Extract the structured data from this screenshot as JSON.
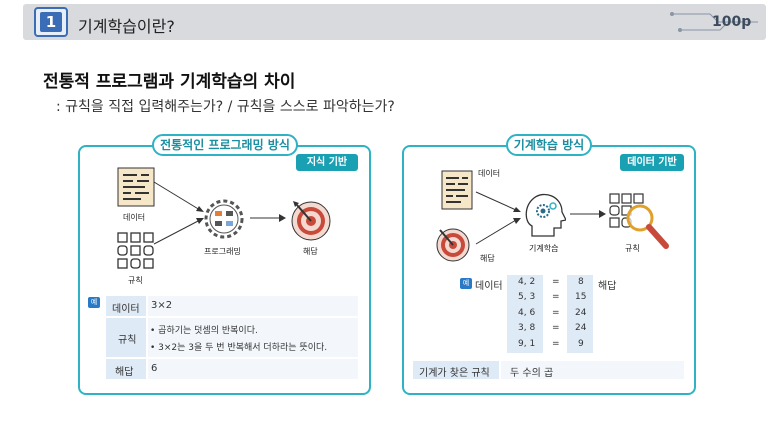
{
  "header": {
    "number": "1",
    "title": "기계학습이란?",
    "page": "100p"
  },
  "main_title": "전통적 프로그램과 기계학습의 차이",
  "subtitle": ": 규칙을 직접 입력해주는가?  /   규칙을 스스로 파악하는가?",
  "left": {
    "tab": "전통적인 프로그래밍 방식",
    "tag": "지식 기반",
    "data_label": "데이터",
    "rule_label": "규칙",
    "prog_label": "프로그래밍",
    "answer_label": "해답",
    "example_badge": "예",
    "rows": [
      {
        "key": "데이터",
        "value": "3×2"
      },
      {
        "key": "규칙",
        "lines": [
          "• 곱하기는 덧셈의 반복이다.",
          "• 3×2는 3을 두 번 반복해서 더하라는 뜻이다."
        ]
      },
      {
        "key": "해답",
        "value": "6"
      }
    ]
  },
  "right": {
    "tab": "기계학습 방식",
    "tag": "데이터 기반",
    "data_label": "데이터",
    "answer_label": "해답",
    "ml_label": "기계학습",
    "rule_label": "규칙",
    "example_badge": "예",
    "table_data_label": "데이터",
    "table_answer_label": "해답",
    "pairs": [
      {
        "input": "4, 2",
        "eq": "=",
        "out": "8"
      },
      {
        "input": "5, 3",
        "eq": "=",
        "out": "15"
      },
      {
        "input": "4, 6",
        "eq": "=",
        "out": "24"
      },
      {
        "input": "3, 8",
        "eq": "=",
        "out": "24"
      },
      {
        "input": "9, 1",
        "eq": "=",
        "out": "9"
      }
    ],
    "found_label": "기계가 찾은 규칙",
    "found_value": "두 수의 곱"
  }
}
